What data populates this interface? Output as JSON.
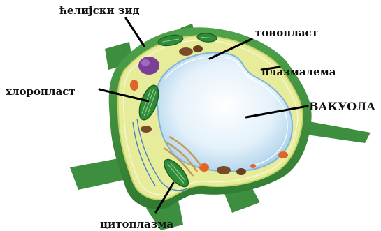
{
  "labels": {
    "cell_wall": "ћелијски зид",
    "tonoplast": "тонопласт",
    "plasmalemma": "плазмалема",
    "chloroplast": "хлоропласт",
    "vacuole": "ВАКУОЛА",
    "cytoplasm": "цитоплазма"
  }
}
